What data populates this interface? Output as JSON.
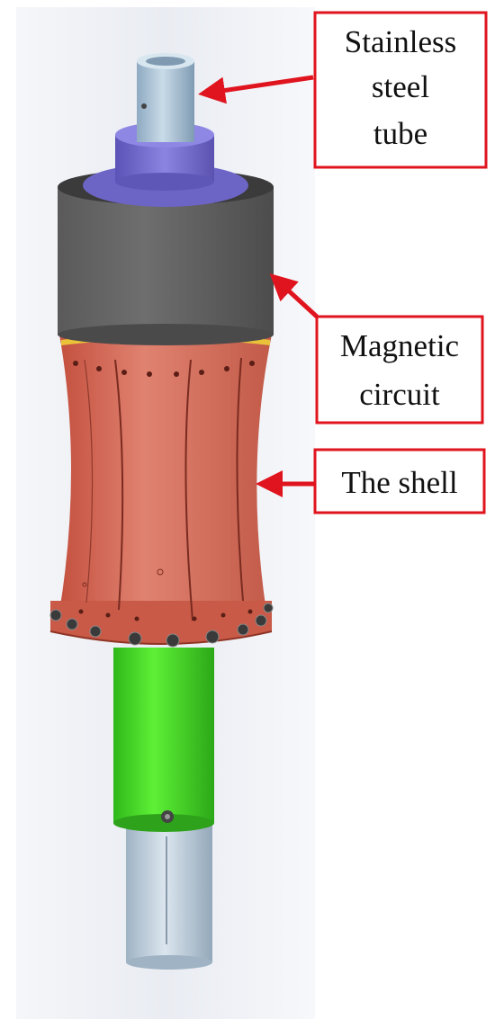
{
  "diagram": {
    "labels": {
      "tube": [
        "Stainless",
        "steel",
        "tube"
      ],
      "magnetic": [
        "Magnetic",
        "circuit"
      ],
      "shell": [
        "The shell"
      ]
    },
    "colors": {
      "label_border": "#e0141e",
      "arrow": "#e0141e",
      "tube": "#a9c3d8",
      "flange": "#7b72cf",
      "magnetic": "#5f5f5f",
      "shell": "#d46a58",
      "rod": "#3fd61d",
      "bottom_rod": "#b9c9d6"
    }
  }
}
